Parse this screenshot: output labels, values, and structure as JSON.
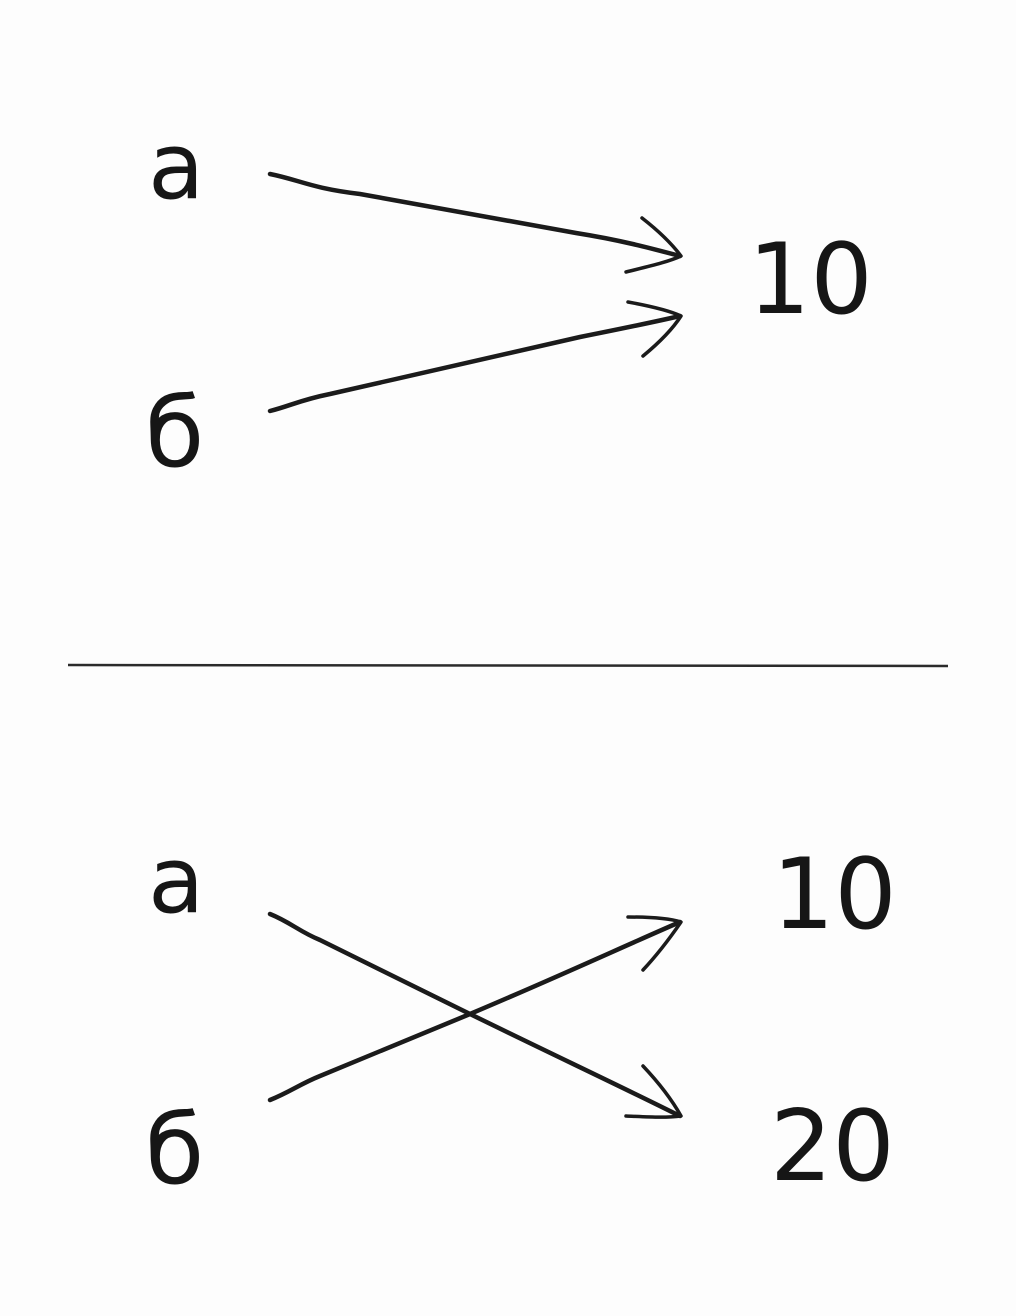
{
  "top_panel": {
    "source_a": "а",
    "source_b": "б",
    "target": "10"
  },
  "bottom_panel": {
    "source_a": "а",
    "source_b": "б",
    "target_top": "10",
    "target_bottom": "20"
  }
}
